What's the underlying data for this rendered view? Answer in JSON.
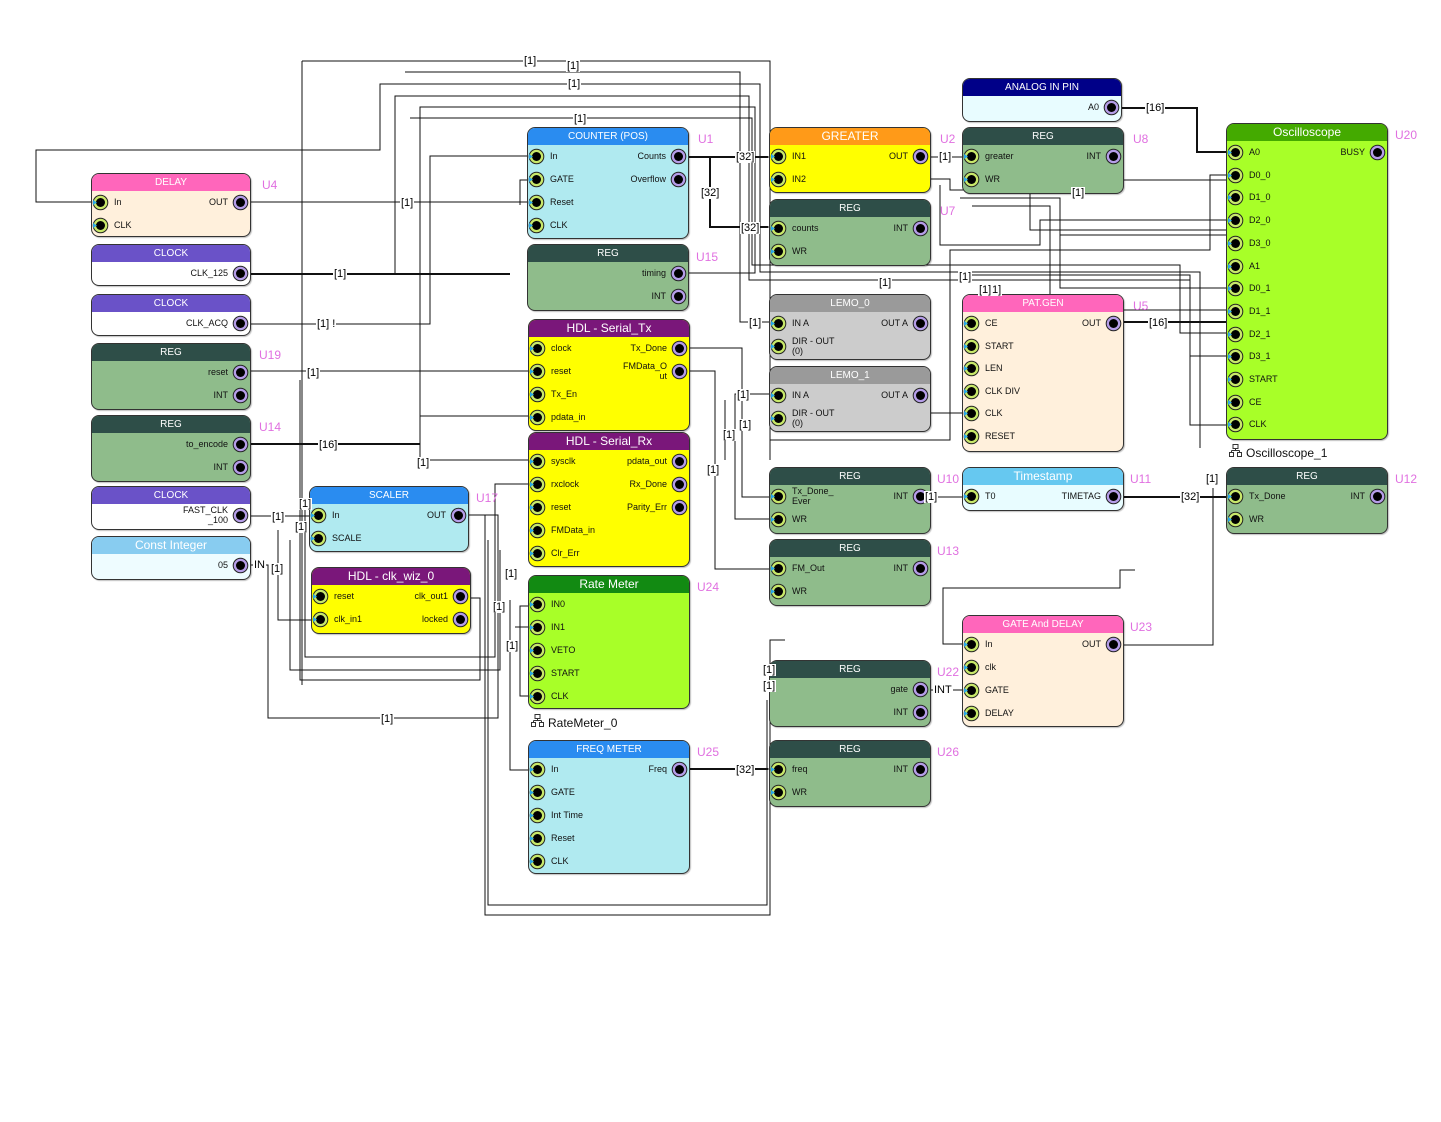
{
  "colors": {
    "reg_header": "#2e4e48",
    "reg_body": "#8fbc8b",
    "clock_header": "#6a52c8",
    "clock_body": "#ffffff",
    "hdl_header": "#7a177a",
    "hdl_body": "#ffff00",
    "counter_header": "#2a8cf0",
    "counter_body": "#b0eaf0",
    "ratemeter_header": "#128a12",
    "ratemeter_body": "#a8ff28",
    "osc_header": "#44aa00",
    "osc_body": "#a8ff28",
    "delay_header": "#ff66bb",
    "delay_body": "#fff0dc",
    "greater_header": "#ff9a18",
    "greater_body": "#ffff00",
    "lemo_header": "#9a9a9a",
    "lemo_body": "#cccccc",
    "analog_header": "#000088",
    "analog_body": "#e8fcff",
    "timestamp_header": "#66c8f0",
    "timestamp_body": "#e8fcff",
    "const_header": "#88ccf0",
    "const_body": "#eefcff",
    "unit_label": "#e070e0"
  },
  "blocks": [
    {
      "key": "delay",
      "title": "DELAY",
      "style": "delay",
      "uid": "U4",
      "inputs": [
        "In",
        "CLK"
      ],
      "outputs": [
        "OUT"
      ]
    },
    {
      "key": "clock125",
      "title": "CLOCK",
      "style": "clock",
      "uid": "",
      "inputs": [],
      "outputs": [
        "CLK_125"
      ]
    },
    {
      "key": "clockacq",
      "title": "CLOCK",
      "style": "clock",
      "uid": "",
      "inputs": [],
      "outputs": [
        "CLK_ACQ"
      ]
    },
    {
      "key": "reg_u19",
      "title": "REG",
      "style": "reg",
      "uid": "U19",
      "inputs": [],
      "outputs": [
        "reset",
        "INT"
      ]
    },
    {
      "key": "reg_u14",
      "title": "REG",
      "style": "reg",
      "uid": "U14",
      "inputs": [],
      "outputs": [
        "to_encode",
        "INT"
      ]
    },
    {
      "key": "clockfast",
      "title": "CLOCK",
      "style": "clock",
      "uid": "",
      "inputs": [],
      "outputs": [
        "FAST_CLK\n_100"
      ]
    },
    {
      "key": "const",
      "title": "Const Integer",
      "style": "const",
      "uid": "",
      "inputs": [],
      "outputs": [
        "05"
      ]
    },
    {
      "key": "scaler",
      "title": "SCALER",
      "style": "counter",
      "uid": "U17",
      "inputs": [
        "In",
        "SCALE"
      ],
      "outputs": [
        "OUT"
      ]
    },
    {
      "key": "clkwiz",
      "title": "HDL - clk_wiz_0",
      "style": "hdl",
      "uid": "",
      "inputs": [
        "reset",
        "clk_in1"
      ],
      "outputs": [
        "clk_out1",
        "locked"
      ]
    },
    {
      "key": "counter",
      "title": "COUNTER (POS)",
      "style": "counter",
      "uid": "U1",
      "inputs": [
        "In",
        "GATE",
        "Reset",
        "CLK"
      ],
      "outputs": [
        "Counts",
        "Overflow"
      ]
    },
    {
      "key": "reg_u15",
      "title": "REG",
      "style": "reg",
      "uid": "U15",
      "inputs": [],
      "outputs": [
        "timing",
        "INT"
      ]
    },
    {
      "key": "serialtx",
      "title": "HDL - Serial_Tx",
      "style": "hdl",
      "uid": "",
      "inputs": [
        "clock",
        "reset",
        "Tx_En",
        "pdata_in"
      ],
      "outputs": [
        "Tx_Done",
        "FMData_O\nut"
      ]
    },
    {
      "key": "serialrx",
      "title": "HDL - Serial_Rx",
      "style": "hdl",
      "uid": "",
      "inputs": [
        "sysclk",
        "rxclock",
        "reset",
        "FMData_in",
        "Clr_Err"
      ],
      "outputs": [
        "pdata_out",
        "Rx_Done",
        "Parity_Err"
      ]
    },
    {
      "key": "ratemeter",
      "title": "Rate Meter",
      "style": "ratemeter",
      "uid": "U24",
      "inputs": [
        "IN0",
        "IN1",
        "VETO",
        "START",
        "CLK"
      ],
      "outputs": []
    },
    {
      "key": "freqmeter",
      "title": "FREQ METER",
      "style": "counter",
      "uid": "U25",
      "inputs": [
        "In",
        "GATE",
        "Int Time",
        "Reset",
        "CLK"
      ],
      "outputs": [
        "Freq"
      ]
    },
    {
      "key": "greater",
      "title": "GREATER",
      "style": "greater",
      "uid": "U2",
      "inputs": [
        "IN1",
        "IN2"
      ],
      "outputs": [
        "OUT"
      ]
    },
    {
      "key": "reg_u7",
      "title": "REG",
      "style": "reg",
      "uid": "U7",
      "inputs": [
        "counts",
        "WR"
      ],
      "outputs": [
        "INT"
      ]
    },
    {
      "key": "lemo0",
      "title": "LEMO_0",
      "style": "lemo",
      "uid": "",
      "inputs": [
        "IN A",
        "DIR - OUT\n(0)"
      ],
      "outputs": [
        "OUT A"
      ]
    },
    {
      "key": "lemo1",
      "title": "LEMO_1",
      "style": "lemo",
      "uid": "",
      "inputs": [
        "IN A",
        "DIR - OUT\n(0)"
      ],
      "outputs": [
        "OUT A"
      ]
    },
    {
      "key": "reg_u10",
      "title": "REG",
      "style": "reg",
      "uid": "U10",
      "inputs": [
        "Tx_Done_\nEver",
        "WR"
      ],
      "outputs": [
        "INT"
      ]
    },
    {
      "key": "reg_u13",
      "title": "REG",
      "style": "reg",
      "uid": "U13",
      "inputs": [
        "FM_Out",
        "WR"
      ],
      "outputs": [
        "INT"
      ]
    },
    {
      "key": "reg_u22",
      "title": "REG",
      "style": "reg",
      "uid": "U22",
      "inputs": [],
      "outputs": [
        "gate",
        "INT"
      ]
    },
    {
      "key": "reg_u26",
      "title": "REG",
      "style": "reg",
      "uid": "U26",
      "inputs": [
        "freq",
        "WR"
      ],
      "outputs": [
        "INT"
      ]
    },
    {
      "key": "analog",
      "title": "ANALOG IN PIN",
      "style": "analog",
      "uid": "",
      "inputs": [],
      "outputs": [
        "A0"
      ]
    },
    {
      "key": "reg_u8",
      "title": "REG",
      "style": "reg",
      "uid": "U8",
      "inputs": [
        "greater",
        "WR"
      ],
      "outputs": [
        "INT"
      ]
    },
    {
      "key": "patgen",
      "title": "PAT.GEN",
      "style": "delay",
      "uid": "U5",
      "inputs": [
        "CE",
        "START",
        "LEN",
        "CLK DIV",
        "CLK",
        "RESET"
      ],
      "outputs": [
        "OUT"
      ]
    },
    {
      "key": "timestamp",
      "title": "Timestamp",
      "style": "timestamp",
      "uid": "U11",
      "inputs": [
        "T0"
      ],
      "outputs": [
        "TIMETAG"
      ]
    },
    {
      "key": "gatedelay",
      "title": "GATE And DELAY",
      "style": "delay",
      "uid": "U23",
      "inputs": [
        "In",
        "clk",
        "GATE",
        "DELAY"
      ],
      "outputs": [
        "OUT"
      ]
    },
    {
      "key": "osc",
      "title": "Oscilloscope",
      "style": "osc",
      "uid": "U20",
      "inputs": [
        "A0",
        "D0_0",
        "D1_0",
        "D2_0",
        "D3_0",
        "A1",
        "D0_1",
        "D1_1",
        "D2_1",
        "D3_1",
        "START",
        "CE",
        "CLK"
      ],
      "outputs": [
        "BUSY"
      ]
    },
    {
      "key": "reg_u12",
      "title": "REG",
      "style": "reg",
      "uid": "U12",
      "inputs": [
        "Tx_Done",
        "WR"
      ],
      "outputs": [
        "INT"
      ]
    }
  ],
  "instance_labels": {
    "ratemeter": "RateMeter_0",
    "osc": "Oscilloscope_1"
  },
  "wire_labels": [
    "[1]",
    "[1]",
    "[1]",
    "[1]",
    "[1]",
    "[1]",
    "[1] !",
    "[1]",
    "[16]",
    "[1]",
    "[1]",
    "[1]",
    "[1]",
    "[1]",
    "[1]",
    "IN",
    "[1]",
    "[32]",
    "[32]",
    "[32]",
    "[1]",
    "[1]",
    "[1]",
    "[1]",
    "[1]",
    "[1]",
    "[1]",
    "[1]",
    "[1]",
    "[1]",
    "[32]",
    "[1]",
    "[32]",
    "INT",
    "[1]",
    "[1]",
    "[16]",
    "[16]",
    "[1]",
    "[1]",
    "[1]",
    "[1]"
  ]
}
